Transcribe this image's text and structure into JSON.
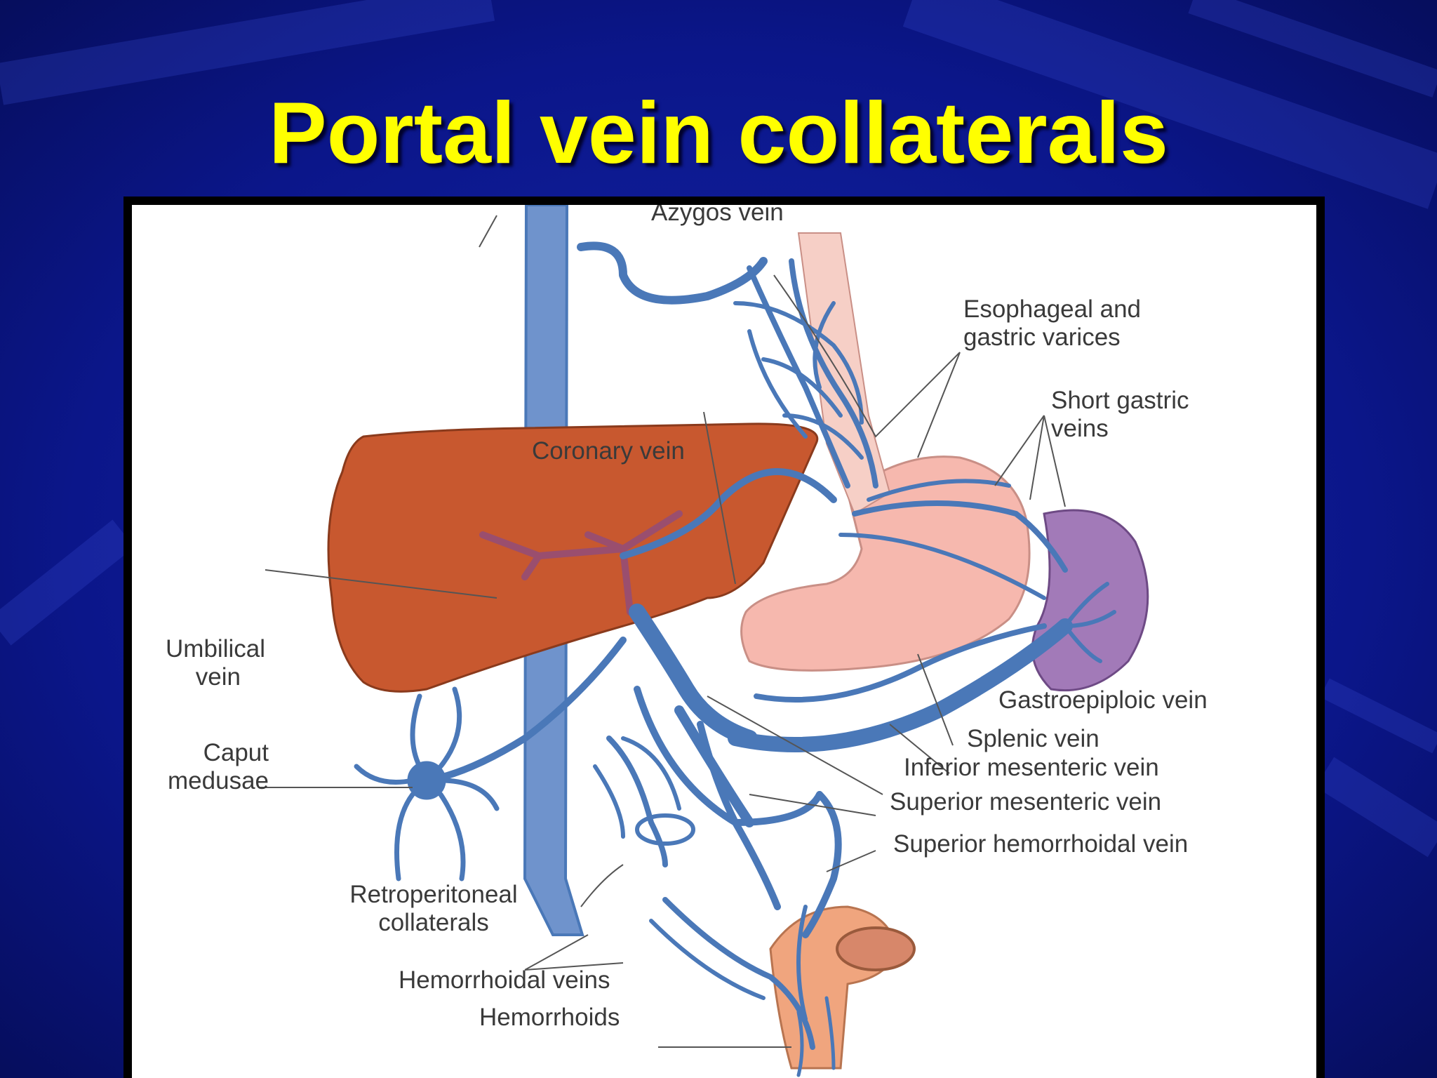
{
  "slide": {
    "title": "Portal vein collaterals",
    "title_color": "#ffff00",
    "background_color": "#0a1580"
  },
  "diagram": {
    "labels": {
      "azygos": "Azygos vein",
      "esophageal_line1": "Esophageal and",
      "esophageal_line2": "gastric varices",
      "short_gastric_line1": "Short gastric",
      "short_gastric_line2": "veins",
      "coronary": "Coronary vein",
      "umbilical_line1": "Umbilical",
      "umbilical_line2": "vein",
      "caput_line1": "Caput",
      "caput_line2": "medusae",
      "gastroepiploic": "Gastroepiploic vein",
      "splenic": "Splenic vein",
      "inferior_mesenteric": "Inferior mesenteric vein",
      "superior_mesenteric": "Superior mesenteric vein",
      "superior_hemorrhoidal": "Superior hemorrhoidal vein",
      "retroperitoneal_line1": "Retroperitoneal",
      "retroperitoneal_line2": "collaterals",
      "hemorrhoidal_veins": "Hemorrhoidal veins",
      "hemorrhoids": "Hemorrhoids"
    },
    "colors": {
      "vein": "#4a78b8",
      "liver": "#c8582f",
      "stomach": "#f6b8ae",
      "spleen": "#9a6ab0",
      "rectum": "#f0a57e",
      "label_text": "#3a3a3a"
    }
  }
}
